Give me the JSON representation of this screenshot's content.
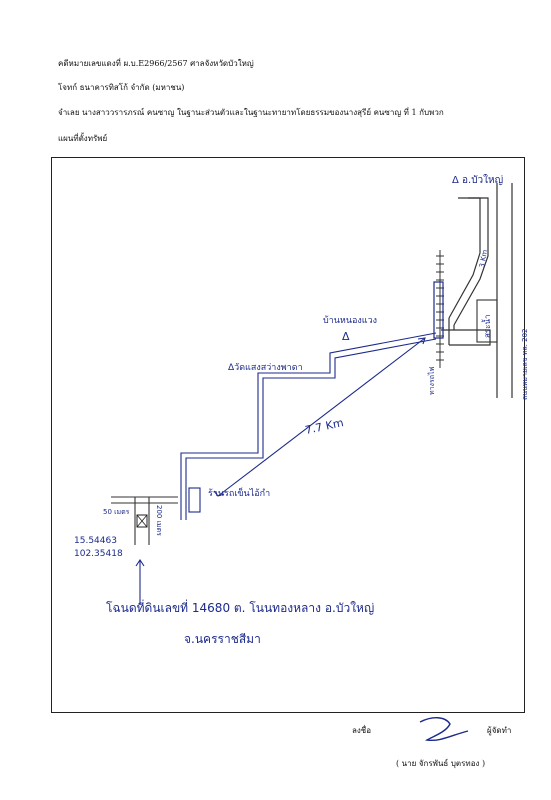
{
  "header": {
    "case_line": "คดีหมายเลขแดงที่ ผ.บ.E2966/2567  ศาลจังหวัดบัวใหญ่",
    "plaintiff_line": "โจทก์  ธนาคารทิสโก้ จำกัด (มหาชน)",
    "defendant_line": "จำเลย  นางสาววรารภรณ์  คนซาญ ในฐานะส่วนตัวและในฐานะทายาทโดยธรรมของนางสุรีย์  คนซาญ  ที่ 1 กับพวก",
    "map_title": "แผนที่ตั้งทรัพย์"
  },
  "map": {
    "label_new_village": "Δ อ.บัวใหญ่",
    "label_distance_top": "3 Km",
    "label_road_right": "ถนนหมายเลข ทล. 202",
    "label_pond": "สระน้ำ",
    "label_bridge": "ทางรถไฟ",
    "label_village_mid": "บ้านหนองแวง",
    "label_landmark_left": "Δวัดแสงสว่างพาดา",
    "label_distance_main": "7.7 Km",
    "label_house": "ร้านรถเข็นไอ้กำ",
    "label_50m": "50 เมตร",
    "label_200m": "200 เมตร",
    "coord_lat": "15.54463",
    "coord_lon": "102.35418",
    "deed_line": "โฉนดที่ดินเลขที่ 14680 ต. โนนทองหลาง  อ.บัวใหญ่",
    "province_line": "จ.นครราชสีมา"
  },
  "signature": {
    "label": "ลงชื่อ",
    "role": "ผู้จัดทำ",
    "name": "(  นาย จักรพันธ์  บุตรทอง  )"
  }
}
